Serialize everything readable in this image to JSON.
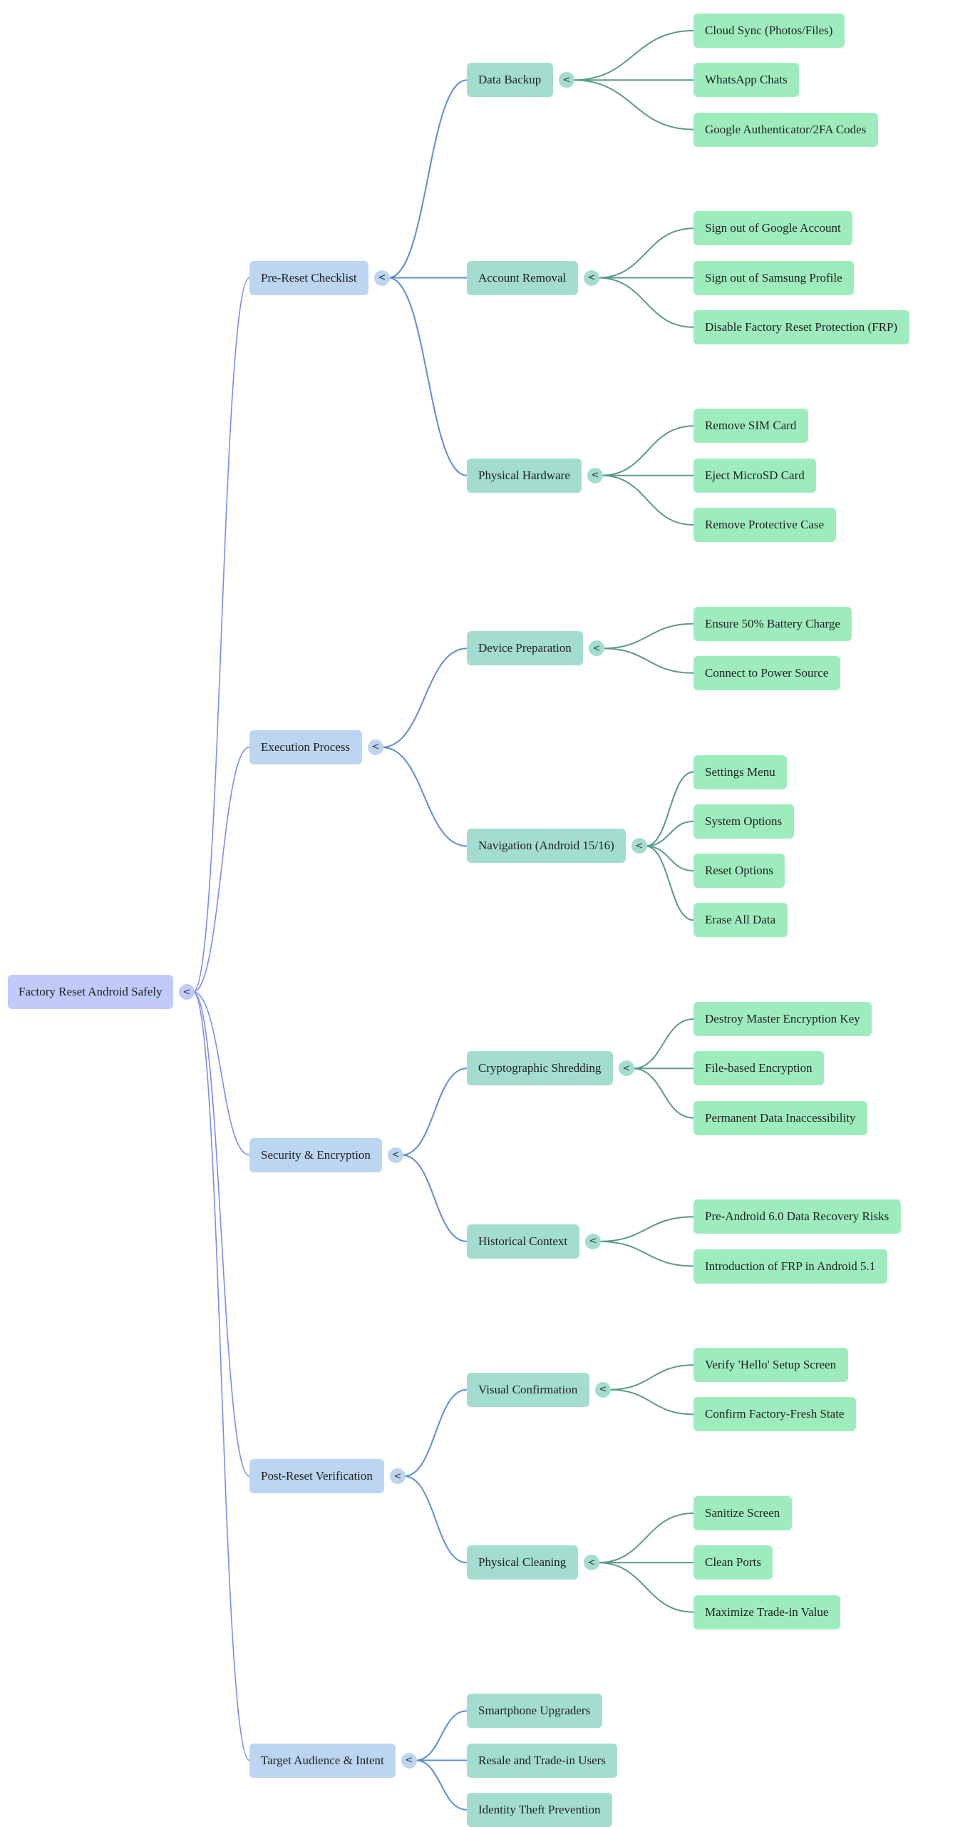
{
  "title": "Factory Reset Android Safely",
  "colors": {
    "root_fill": "#c2c9fb",
    "level1_fill": "#bcd5f0",
    "level2_fill": "#a3ddd0",
    "level3_fill": "#9eecbe",
    "root_link": "#7b8cf0",
    "level1_link": "#5b8fd0",
    "level2_link": "#5a9a8a"
  },
  "toggle_glyph": "<",
  "tree": {
    "label": "Factory Reset Android Safely",
    "children": [
      {
        "label": "Pre-Reset Checklist",
        "children": [
          {
            "label": "Data Backup",
            "children": [
              {
                "label": "Cloud Sync (Photos/Files)"
              },
              {
                "label": "WhatsApp Chats"
              },
              {
                "label": "Google Authenticator/2FA Codes"
              }
            ]
          },
          {
            "label": "Account Removal",
            "children": [
              {
                "label": "Sign out of Google Account"
              },
              {
                "label": "Sign out of Samsung Profile"
              },
              {
                "label": "Disable Factory Reset Protection (FRP)"
              }
            ]
          },
          {
            "label": "Physical Hardware",
            "children": [
              {
                "label": "Remove SIM Card"
              },
              {
                "label": "Eject MicroSD Card"
              },
              {
                "label": "Remove Protective Case"
              }
            ]
          }
        ]
      },
      {
        "label": "Execution Process",
        "children": [
          {
            "label": "Device Preparation",
            "children": [
              {
                "label": "Ensure 50% Battery Charge"
              },
              {
                "label": "Connect to Power Source"
              }
            ]
          },
          {
            "label": "Navigation (Android 15/16)",
            "children": [
              {
                "label": "Settings Menu"
              },
              {
                "label": "System Options"
              },
              {
                "label": "Reset Options"
              },
              {
                "label": "Erase All Data"
              }
            ]
          }
        ]
      },
      {
        "label": "Security & Encryption",
        "children": [
          {
            "label": "Cryptographic Shredding",
            "children": [
              {
                "label": "Destroy Master Encryption Key"
              },
              {
                "label": "File-based Encryption"
              },
              {
                "label": "Permanent Data Inaccessibility"
              }
            ]
          },
          {
            "label": "Historical Context",
            "children": [
              {
                "label": "Pre-Android 6.0 Data Recovery Risks"
              },
              {
                "label": "Introduction of FRP in Android 5.1"
              }
            ]
          }
        ]
      },
      {
        "label": "Post-Reset Verification",
        "children": [
          {
            "label": "Visual Confirmation",
            "children": [
              {
                "label": "Verify 'Hello' Setup Screen"
              },
              {
                "label": "Confirm Factory-Fresh State"
              }
            ]
          },
          {
            "label": "Physical Cleaning",
            "children": [
              {
                "label": "Sanitize Screen"
              },
              {
                "label": "Clean Ports"
              },
              {
                "label": "Maximize Trade-in Value"
              }
            ]
          }
        ]
      },
      {
        "label": "Target Audience & Intent",
        "children": [
          {
            "label": "Smartphone Upgraders"
          },
          {
            "label": "Resale and Trade-in Users"
          },
          {
            "label": "Identity Theft Prevention"
          }
        ]
      }
    ]
  }
}
